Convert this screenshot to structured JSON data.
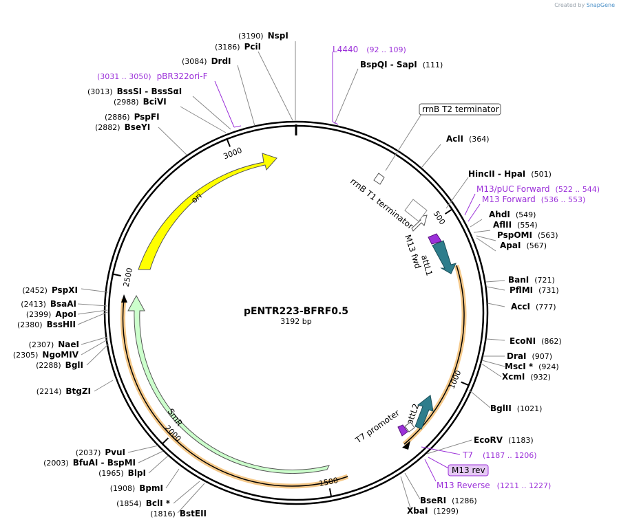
{
  "header": {
    "created_by": "Created by",
    "brand": "SnapGene"
  },
  "plasmid": {
    "name": "pENTR223-BFRF0.5",
    "size_label": "3192 bp",
    "length": 3192
  },
  "ticks": [
    {
      "label": "500",
      "pos": 500
    },
    {
      "label": "1000",
      "pos": 1000
    },
    {
      "label": "1500",
      "pos": 1500
    },
    {
      "label": "2000",
      "pos": 2000
    },
    {
      "label": "2500",
      "pos": 2500
    },
    {
      "label": "3000",
      "pos": 3000
    }
  ],
  "sites": [
    {
      "name": "NspI",
      "pos": "(3190)"
    },
    {
      "name": "PciI",
      "pos": "(3186)"
    },
    {
      "name": "DrdI",
      "pos": "(3084)"
    },
    {
      "name": "BssSI  -  BssSαI",
      "pos": "(3013)"
    },
    {
      "name": "BciVI",
      "pos": "(2988)"
    },
    {
      "name": "PspFI",
      "pos": "(2886)"
    },
    {
      "name": "BseYI",
      "pos": "(2882)"
    },
    {
      "name": "BspQI  -  SapI",
      "pos": "(111)"
    },
    {
      "name": "AclI",
      "pos": "(364)"
    },
    {
      "name": "HincII  -  HpaI",
      "pos": "(501)"
    },
    {
      "name": "AhdI",
      "pos": "(549)"
    },
    {
      "name": "AflII",
      "pos": "(554)"
    },
    {
      "name": "PspOMI",
      "pos": "(563)"
    },
    {
      "name": "ApaI",
      "pos": "(567)"
    },
    {
      "name": "BanI",
      "pos": "(721)"
    },
    {
      "name": "PflMI",
      "pos": "(731)"
    },
    {
      "name": "AccI",
      "pos": "(777)"
    },
    {
      "name": "EcoNI",
      "pos": "(862)"
    },
    {
      "name": "DraI",
      "pos": "(907)"
    },
    {
      "name": "MscI *",
      "pos": "(924)"
    },
    {
      "name": "XcmI",
      "pos": "(932)"
    },
    {
      "name": "BglII",
      "pos": "(1021)"
    },
    {
      "name": "EcoRV",
      "pos": "(1183)"
    },
    {
      "name": "BseRI",
      "pos": "(1286)"
    },
    {
      "name": "XbaI",
      "pos": "(1299)"
    },
    {
      "name": "PspXI",
      "pos": "(2452)"
    },
    {
      "name": "BsaAI",
      "pos": "(2413)"
    },
    {
      "name": "ApoI",
      "pos": "(2399)"
    },
    {
      "name": "BssHII",
      "pos": "(2380)"
    },
    {
      "name": "NaeI",
      "pos": "(2307)"
    },
    {
      "name": "NgoMIV",
      "pos": "(2305)"
    },
    {
      "name": "BglI",
      "pos": "(2288)"
    },
    {
      "name": "BtgZI",
      "pos": "(2214)"
    },
    {
      "name": "PvuI",
      "pos": "(2037)"
    },
    {
      "name": "BfuAI  -  BspMI",
      "pos": "(2003)"
    },
    {
      "name": "BlpI",
      "pos": "(1965)"
    },
    {
      "name": "BpmI",
      "pos": "(1908)"
    },
    {
      "name": "BclI *",
      "pos": "(1854)"
    },
    {
      "name": "BstEII",
      "pos": "(1816)"
    }
  ],
  "primers": [
    {
      "name": "L4440",
      "range": "(92 .. 109)"
    },
    {
      "name": "pBR322ori-F",
      "range": "(3031 .. 3050)"
    },
    {
      "name": "M13/pUC Forward",
      "range": "(522 .. 544)"
    },
    {
      "name": "M13 Forward",
      "range": "(536 .. 553)"
    },
    {
      "name": "T7",
      "range": "(1187 .. 1206)"
    },
    {
      "name": "M13 rev",
      "range": ""
    },
    {
      "name": "M13 Reverse",
      "range": "(1211 .. 1227)"
    }
  ],
  "features": {
    "rrnB_T2": "rrnB T2 terminator",
    "rrnB_T1": "rrnB T1 terminator",
    "M13_fwd": "M13 fwd",
    "attL1": "attL1",
    "attL2": "attL2",
    "T7_promoter": "T7 promoter",
    "ori": "ori",
    "SmR": "SmR"
  },
  "colors": {
    "ori": "#ffff00",
    "SmR": "#ccffcc",
    "att": "#2e7d8c",
    "primer": "#9b30d9",
    "insert_highlight": "#f5c98a"
  }
}
